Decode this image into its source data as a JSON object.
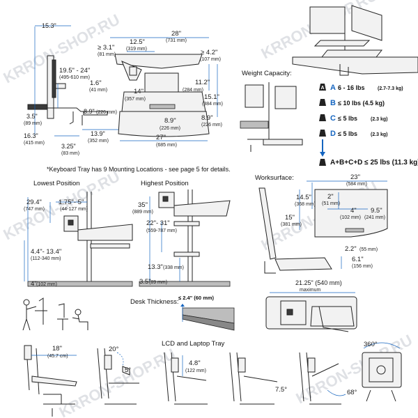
{
  "colors": {
    "accent": "#1565c0",
    "line": "#222222",
    "watermark": "#b9bec6"
  },
  "top": {
    "w_overall": "15.3\"",
    "d_monitor": "19.5\" - 24\"",
    "d_monitor_mm": "(495-610 mm)",
    "h_min": "≥ 3.1\"",
    "h_min_mm": "(81 mm)",
    "h_16": "1.6\"",
    "h_16_mm": "(41 mm)",
    "d_35": "3.5\"",
    "d_35_mm": "(89 mm)",
    "d_163": "16.3\"",
    "d_163_mm": "(415 mm)",
    "d_325": "3.25\"",
    "d_325_mm": "(83 mm)",
    "d_89a": "8.9\"",
    "d_89a_mm": "(226 mm)",
    "d_139": "13.9\"",
    "d_139_mm": "(352 mm)",
    "w_125": "12.5\"",
    "w_125_mm": "(319 mm)",
    "w_28": "28\"",
    "w_28_mm": "(731 mm)",
    "w_42": "≥ 4.2\"",
    "w_42_mm": "(107 mm)",
    "w_14": "14\"",
    "w_14_mm": "(357 mm)",
    "d_112": "11.2\"",
    "d_112_mm": "(284 mm)",
    "d_151": "15.1\"",
    "d_151_mm": "(384 mm)",
    "d_89b": "8.9\"",
    "d_89b_mm": "(226 mm)",
    "d_89c": "8.9\"",
    "d_89c_mm": "(226 mm)",
    "w_27": "27\"",
    "w_27_mm": "(685 mm)"
  },
  "capacity": {
    "title": "Weight Capacity:",
    "rows": [
      {
        "letter": "A",
        "range": "6 - 16 lbs",
        "kg": "(2.7-7.3 kg)"
      },
      {
        "letter": "B",
        "range": "≤ 10 lbs (4.5 kg)",
        "kg": ""
      },
      {
        "letter": "C",
        "range": "≤ 5 lbs",
        "kg": "(2.3 kg)"
      },
      {
        "letter": "D",
        "range": "≤ 5 lbs",
        "kg": "(2.3 kg)"
      }
    ],
    "total": "A+B+C+D  ≤ 25 lbs (11.3 kg)"
  },
  "note": "*Keyboard Tray has 9 Mounting Locations - see page 5 for details.",
  "lowest": {
    "title": "Lowest Position",
    "h1": "29.4\"",
    "h1_mm": "(747 mm)",
    "h2": "1.75\"- 5\"",
    "h2_mm": "(44-127 mm)",
    "h3": "4.4\"- 13.4\"",
    "h3_mm": "(112-340 mm)",
    "h4": "4\"",
    "h4_mm": "(102 mm)"
  },
  "highest": {
    "title": "Highest Position",
    "h1": "35\"",
    "h1_mm": "(889 mm)",
    "h2": "22\"- 31\"",
    "h2_mm": "(559-787 mm)",
    "h3": "13.3\"",
    "h3_mm": "(338 mm)",
    "h4": "3.5\"",
    "h4_mm": "(89 mm)"
  },
  "worksurface": {
    "title": "Worksurface:",
    "w23": "23\"",
    "w23_mm": "(584 mm)",
    "d145": "14.5\"",
    "d145_mm": "(368 mm)",
    "d2": "2\"",
    "d2_mm": "(51 mm)",
    "d15": "15\"",
    "d15_mm": "(381 mm)",
    "d4": "4\"",
    "d4_mm": "(102 mm)",
    "d95": "9.5\"",
    "d95_mm": "(241 mm)",
    "h22": "2.2\"",
    "h22_mm": "(55 mm)",
    "h61": "6.1\"",
    "h61_mm": "(156 mm)",
    "max": "21.25\" (540 mm)",
    "max_label": "maximum"
  },
  "desk": {
    "title": "Desk Thickness:",
    "value": "≤ 2.4\" (60 mm)"
  },
  "tilt": {
    "t18": "18\"",
    "t18_mm": "(45.7 cm)",
    "t20": "20°",
    "t5": "5°",
    "tray_title": "LCD and Laptop Tray",
    "t48": "4.8\"",
    "t48_mm": "(122 mm)",
    "t75": "7.5°",
    "t68": "68°",
    "t360": "360°"
  },
  "watermark": "KRRON-SHOP.RU"
}
